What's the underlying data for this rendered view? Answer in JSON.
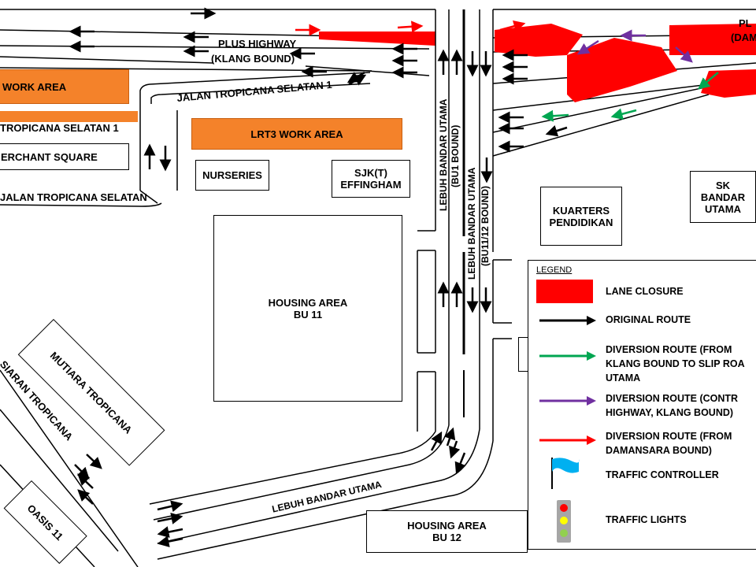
{
  "labels": {
    "plus_highway": "PLUS HIGHWAY",
    "klang_bound": "(KLANG BOUND)",
    "plus_right_fragment": "PL",
    "damansara_fragment": "(DAMA",
    "work_area_left": "WORK AREA",
    "tropicana_selatan_1_left": "TROPICANA SELATAN 1",
    "merchant_square": "ERCHANT SQUARE",
    "jalan_tropicana_selatan": "JALAN TROPICANA SELATAN",
    "jalan_tropicana_selatan_1": "JALAN TROPICANA SELATAN 1",
    "lrt3_work_area": "LRT3 WORK AREA",
    "nurseries": "NURSERIES",
    "sjk_line1": "SJK(T)",
    "sjk_line2": "EFFINGHAM",
    "housing_bu11_line1": "HOUSING AREA",
    "housing_bu11_line2": "BU 11",
    "lebuh_bu1_line1": "LEBUH BANDAR UTAMA",
    "lebuh_bu1_line2": "(BU1 BOUND)",
    "lebuh_bu1112_line1": "LEBUH BANDAR UTAMA",
    "lebuh_bu1112_line2": "(BU11/12 BOUND)",
    "kuarters_line1": "KUARTERS",
    "kuarters_line2": "PENDIDIKAN",
    "sk_line1": "SK",
    "sk_line2": "BANDAR",
    "sk_line3": "UTAMA",
    "mutiara_tropicana": "MUTIARA TROPICANA",
    "persiaran_tropicana": "SIARAN TROPICANA",
    "oasis_11": "OASIS 11",
    "lebuh_bandar_utama_bottom": "LEBUH BANDAR UTAMA",
    "housing_bu12_line1": "HOUSING AREA",
    "housing_bu12_line2": "BU 12"
  },
  "legend": {
    "title": "LEGEND",
    "items": [
      {
        "key": "lane_closure",
        "text": "LANE CLOSURE",
        "color": "#ff0000"
      },
      {
        "key": "original_route",
        "text": "ORIGINAL ROUTE",
        "color": "#000000"
      },
      {
        "key": "diversion_green",
        "line1": "DIVERSION   ROUTE   (FROM",
        "line2": "KLANG BOUND TO SLIP ROA",
        "line3": "UTAMA",
        "color": "#00a651"
      },
      {
        "key": "diversion_purple",
        "line1": "DIVERSION   ROUTE   (CONTR",
        "line2": "HIGHWAY, KLANG BOUND)",
        "color": "#7030a0"
      },
      {
        "key": "diversion_red",
        "line1": "DIVERSION   ROUTE   (FROM",
        "line2": "DAMANSARA BOUND)",
        "color": "#ff0000"
      },
      {
        "key": "traffic_controller",
        "text": "TRAFFIC CONTROLLER",
        "icon": "flag-icon",
        "color": "#00b0f0"
      },
      {
        "key": "traffic_lights",
        "text": "TRAFFIC LIGHTS",
        "icon": "traffic-light-icon"
      }
    ]
  },
  "colors": {
    "lane_closure": "#ff0000",
    "work_area": "#f4822a",
    "original": "#000000",
    "green": "#00a651",
    "purple": "#7030a0",
    "red": "#ff0000"
  }
}
